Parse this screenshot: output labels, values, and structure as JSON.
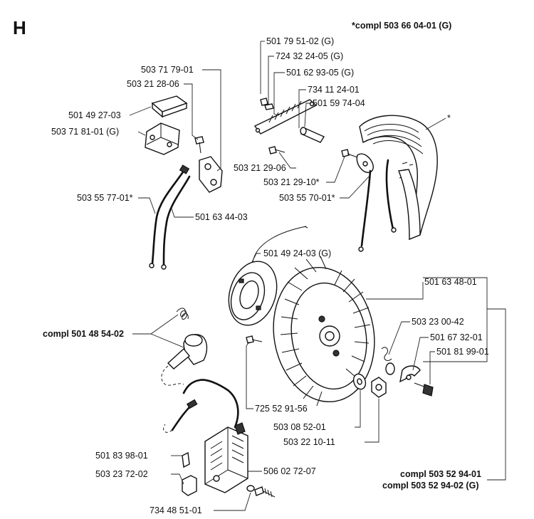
{
  "section_letter": "H",
  "assembly_note": "*compl 503 66 04-01 (G)",
  "labels": {
    "l_501_79_51_02": "501 79 51-02 (G)",
    "l_724_32_24_05": "724 32 24-05 (G)",
    "l_501_62_93_05": "501 62 93-05 (G)",
    "l_734_11_24_01": "734 11 24-01",
    "l_501_59_74_04": "501 59 74-04",
    "l_star": "*",
    "l_503_71_79_01": "503 71 79-01",
    "l_503_21_28_06": "503 21 28-06",
    "l_501_49_27_03": "501 49 27-03",
    "l_503_71_81_01": "503 71 81-01 (G)",
    "l_503_21_29_06": "503 21 29-06",
    "l_503_21_29_10": "503 21 29-10*",
    "l_503_55_70_01": "503 55 70-01*",
    "l_503_55_77_01": "503 55 77-01*",
    "l_501_63_44_03": "501 63 44-03",
    "l_501_49_24_03": "501 49 24-03 (G)",
    "l_501_63_48_01": "501 63 48-01",
    "l_503_23_00_42": "503 23 00-42",
    "l_501_67_32_01": "501 67 32-01",
    "l_501_81_99_01": "501 81 99-01",
    "l_compl_501_48_54_02": "compl 501 48 54-02",
    "l_725_52_91_56": "725 52 91-56",
    "l_503_08_52_01": "503 08 52-01",
    "l_503_22_10_11": "503 22 10-11",
    "l_501_83_98_01": "501 83 98-01",
    "l_506_02_72_07": "506 02 72-07",
    "l_503_23_72_02": "503 23 72-02",
    "l_734_48_51_01": "734 48 51-01",
    "l_compl_503_52_94_01": "compl 503 52 94-01",
    "l_compl_503_52_94_02": "compl 503 52 94-02 (G)"
  },
  "colors": {
    "ink": "#111111",
    "paper": "#ffffff"
  }
}
